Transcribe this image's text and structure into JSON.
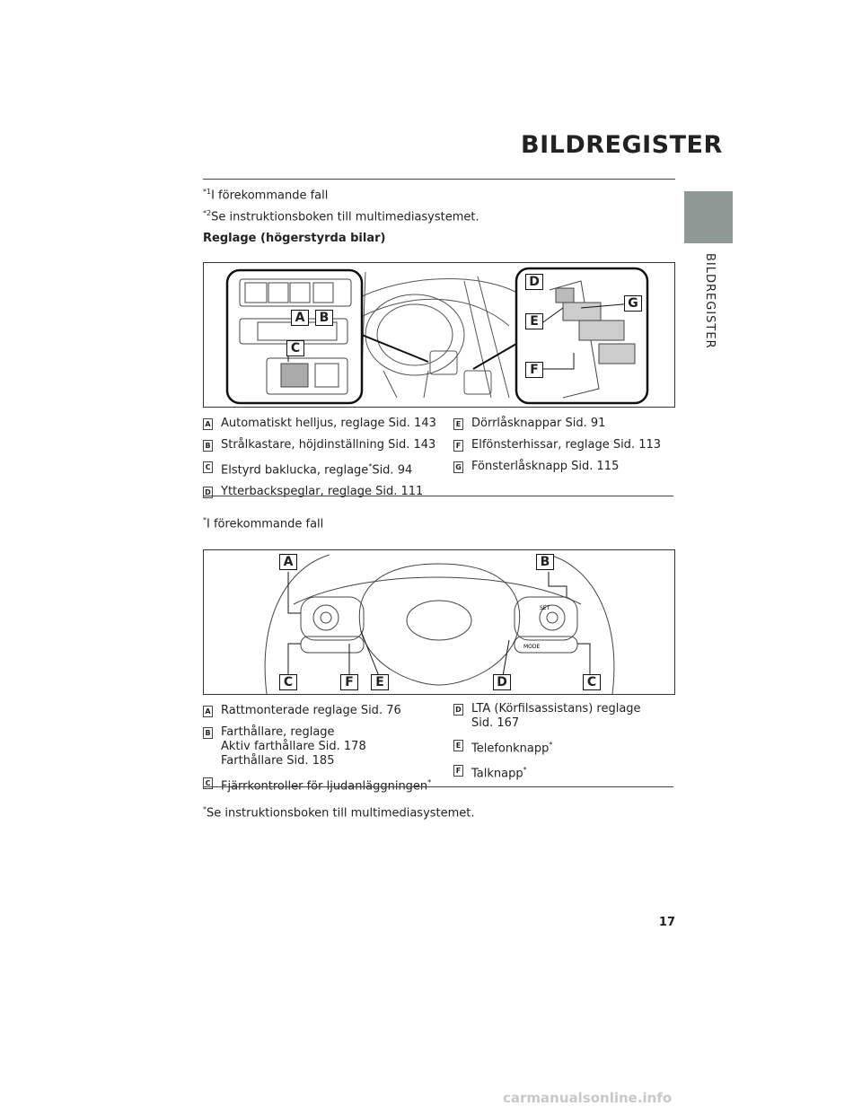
{
  "header": {
    "title": "BILDREGISTER",
    "side_tab": "BILDREGISTER"
  },
  "footnotes_top": [
    {
      "mark": "*1",
      "text": "I förekommande fall"
    },
    {
      "mark": "*2",
      "text": "Se instruktionsboken till multimediasystemet."
    }
  ],
  "section_heading": "Reglage (högerstyrda bilar)",
  "figure1": {
    "callouts": [
      "A",
      "B",
      "C",
      "D",
      "E",
      "F",
      "G"
    ]
  },
  "list1_left": [
    {
      "key": "A",
      "text": "Automatiskt helljus, reglage Sid. 143",
      "sup": "",
      "after": ""
    },
    {
      "key": "B",
      "text": "Strålkastare, höjdinställning Sid. 143",
      "sup": "",
      "after": ""
    },
    {
      "key": "C",
      "text": "Elstyrd baklucka, reglage",
      "sup": "*",
      "after": "Sid. 94"
    },
    {
      "key": "D",
      "text": "Ytterbackspeglar, reglage Sid. 111",
      "sup": "",
      "after": ""
    }
  ],
  "list1_right": [
    {
      "key": "E",
      "text": "Dörrlåsknappar Sid. 91",
      "sup": "",
      "after": ""
    },
    {
      "key": "F",
      "text": "Elfönsterhissar, reglage Sid. 113",
      "sup": "",
      "after": ""
    },
    {
      "key": "G",
      "text": "Fönsterlåsknapp Sid. 115",
      "sup": "",
      "after": ""
    }
  ],
  "footnote_mid": {
    "mark": "*",
    "text": "I förekommande fall"
  },
  "figure2": {
    "callouts_top": [
      "A",
      "B"
    ],
    "callouts_bottom": [
      "C",
      "F",
      "E",
      "D",
      "C"
    ],
    "button_labels": {
      "set": "SET",
      "mode": "MODE"
    }
  },
  "list2_left": [
    {
      "key": "A",
      "lines": [
        "Rattmonterade reglage Sid. 76"
      ],
      "sup": ""
    },
    {
      "key": "B",
      "lines": [
        "Farthållare, reglage",
        "Aktiv farthållare Sid. 178",
        "Farthållare Sid. 185"
      ],
      "sup": ""
    },
    {
      "key": "C",
      "lines": [
        "Fjärrkontroller för ljudanläggningen"
      ],
      "sup": "*"
    }
  ],
  "list2_right": [
    {
      "key": "D",
      "lines": [
        "LTA (Körfilsassistans) reglage",
        "Sid. 167"
      ],
      "sup": ""
    },
    {
      "key": "E",
      "lines": [
        "Telefonknapp"
      ],
      "sup": "*"
    },
    {
      "key": "F",
      "lines": [
        "Talknapp"
      ],
      "sup": "*"
    }
  ],
  "footnote_bottom": {
    "mark": "*",
    "text": "Se instruktionsboken till multimediasystemet."
  },
  "page_number": "17",
  "watermark": "carmanualsonline.info"
}
